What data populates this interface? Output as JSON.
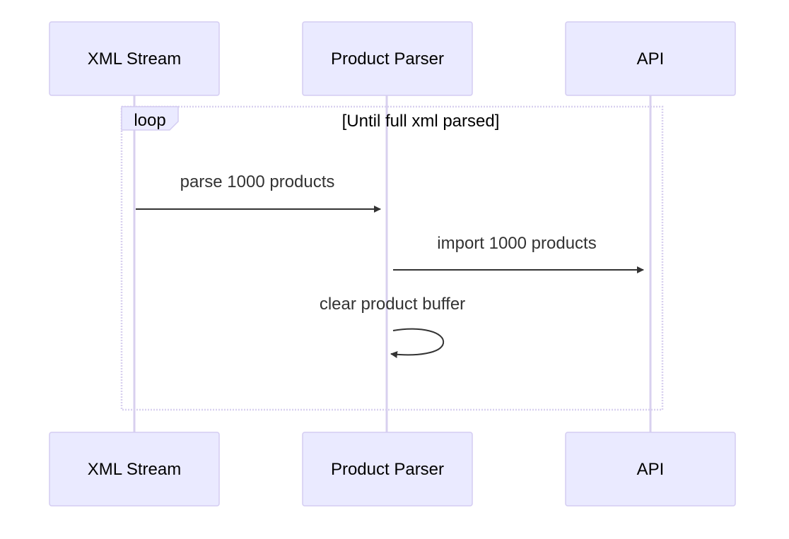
{
  "diagram": {
    "type": "sequence",
    "actors": [
      {
        "id": "xml",
        "label": "XML Stream"
      },
      {
        "id": "parser",
        "label": "Product Parser"
      },
      {
        "id": "api",
        "label": "API"
      }
    ],
    "loop": {
      "keyword": "loop",
      "condition": "[Until full xml parsed]"
    },
    "messages": [
      {
        "from": "xml",
        "to": "parser",
        "label": "parse 1000 products"
      },
      {
        "from": "parser",
        "to": "api",
        "label": "import 1000 products"
      },
      {
        "from": "parser",
        "to": "parser",
        "label": "clear product buffer"
      }
    ],
    "colors": {
      "actor_fill": "#eaeaff",
      "actor_border": "#d4ccf2",
      "lifeline": "#d8d0ef",
      "arrow": "#333333"
    }
  }
}
